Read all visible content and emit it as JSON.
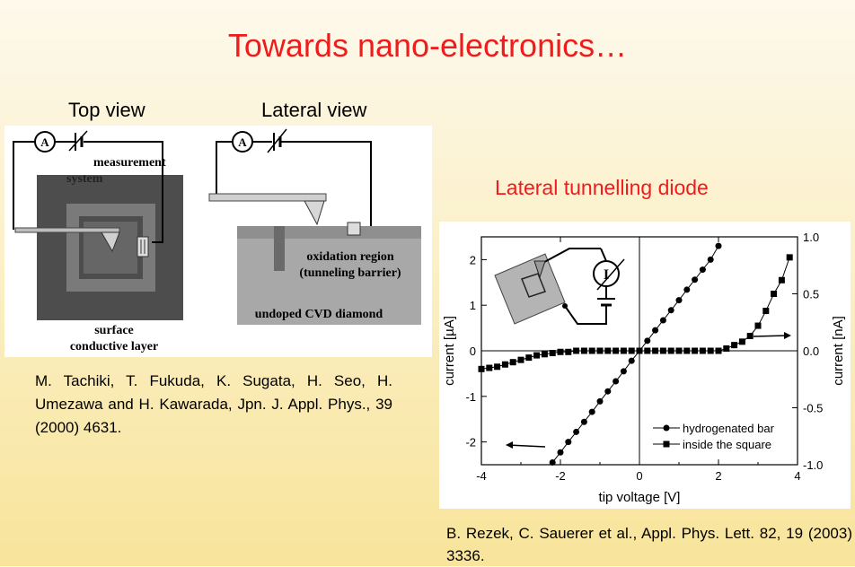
{
  "slide": {
    "title": "Towards nano-electronics…",
    "top_view_label": "Top view",
    "lateral_view_label": "Lateral view",
    "diode_label": "Lateral tunnelling diode",
    "ref_left": "M. Tachiki, T. Fukuda, K. Sugata, H. Seo, H. Umezawa and H. Kawarada, Jpn. J. Appl. Phys., 39 (2000) 4631.",
    "ref_right": "B. Rezek, C. Sauerer et al., Appl. Phys. Lett. 82, 19 (2003) 3336."
  },
  "schematic": {
    "ammeter_symbol": "A",
    "measurement": "measurement",
    "system": "system",
    "surface": "surface",
    "conductive_layer": "conductive layer",
    "oxidation_region": "oxidation region",
    "tunneling_barrier": "(tunneling barrier)",
    "undoped": "undoped CVD diamond",
    "inset_meter": "I",
    "colors": {
      "gray_dark": "#4d4d4d",
      "gray_mid": "#8a8a8a",
      "gray_light": "#a8a8a8"
    }
  },
  "chart_data": {
    "type": "scatter",
    "xlabel": "tip voltage [V]",
    "ylabel_left": "current [µA]",
    "ylabel_right": "current [nA]",
    "xlim": [
      -4,
      4
    ],
    "ylim_left": [
      -2.5,
      2.5
    ],
    "ylim_right": [
      -1.0,
      1.0
    ],
    "x_ticks": [
      "-4",
      "-2",
      "0",
      "2",
      "4"
    ],
    "y_ticks_left": [
      "-2",
      "-1",
      "0",
      "1",
      "2"
    ],
    "y_ticks_right": [
      "-1.0",
      "-0.5",
      "0.0",
      "0.5",
      "1.0"
    ],
    "series": [
      {
        "name": "hydrogenated bar",
        "marker": "circle",
        "axis": "left",
        "x": [
          -2.2,
          -2.0,
          -1.8,
          -1.6,
          -1.4,
          -1.2,
          -1.0,
          -0.8,
          -0.6,
          -0.4,
          -0.2,
          0.0,
          0.2,
          0.4,
          0.6,
          0.8,
          1.0,
          1.2,
          1.4,
          1.6,
          1.8,
          2.0
        ],
        "values": [
          -2.45,
          -2.23,
          -2.0,
          -1.78,
          -1.56,
          -1.34,
          -1.11,
          -0.89,
          -0.67,
          -0.45,
          -0.22,
          0.0,
          0.22,
          0.45,
          0.67,
          0.89,
          1.11,
          1.34,
          1.56,
          1.78,
          2.0,
          2.3
        ]
      },
      {
        "name": "inside the square",
        "marker": "square",
        "axis": "right",
        "x": [
          -4.0,
          -3.8,
          -3.6,
          -3.4,
          -3.2,
          -3.0,
          -2.8,
          -2.6,
          -2.4,
          -2.2,
          -2.0,
          -1.8,
          -1.6,
          -1.4,
          -1.2,
          -1.0,
          -0.8,
          -0.6,
          -0.4,
          -0.2,
          0.0,
          0.2,
          0.4,
          0.6,
          0.8,
          1.0,
          1.2,
          1.4,
          1.6,
          1.8,
          2.0,
          2.2,
          2.4,
          2.6,
          2.8,
          3.0,
          3.2,
          3.4,
          3.6,
          3.8
        ],
        "values": [
          -0.16,
          -0.15,
          -0.14,
          -0.12,
          -0.1,
          -0.08,
          -0.06,
          -0.04,
          -0.03,
          -0.02,
          -0.01,
          -0.01,
          0.0,
          0.0,
          0.0,
          0.0,
          0.0,
          0.0,
          0.0,
          0.0,
          0.0,
          0.0,
          0.0,
          0.0,
          0.0,
          0.0,
          0.0,
          0.0,
          0.0,
          0.0,
          0.0,
          0.02,
          0.05,
          0.08,
          0.13,
          0.22,
          0.35,
          0.5,
          0.62,
          0.82
        ]
      }
    ],
    "legend": "bottom-right",
    "grid": false
  }
}
